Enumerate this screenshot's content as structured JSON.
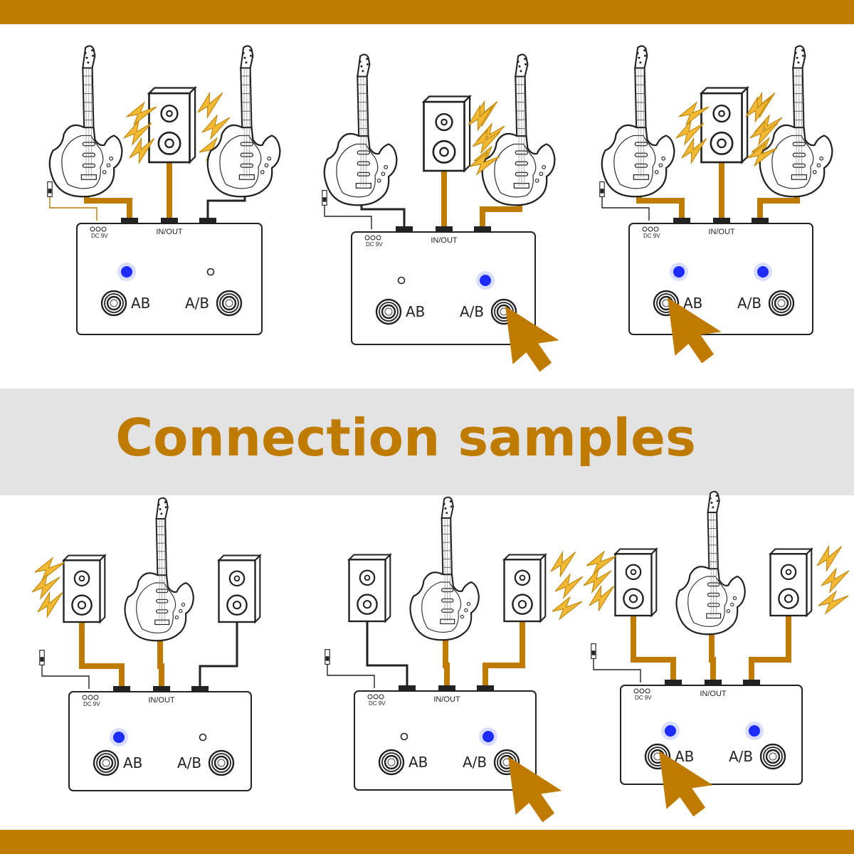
{
  "title": "Connection samples",
  "colors": {
    "accent": "#bf7a00",
    "bolt": "#f3b934",
    "band": "#e3e3e3",
    "led_on": "#1c2cff",
    "ink": "#222222"
  },
  "labels": {
    "power": "DC 9V",
    "inout": "IN/OUT",
    "switch_ab": "AB",
    "switch_a_b": "A/B"
  },
  "samples": [
    {
      "description_devices": [
        "guitar",
        "speaker",
        "guitar"
      ],
      "active": [
        true,
        true,
        false
      ],
      "led_ab": "on",
      "led_a_b": "off",
      "pressed": "none"
    },
    {
      "description_devices": [
        "guitar",
        "speaker",
        "guitar"
      ],
      "active": [
        false,
        true,
        true
      ],
      "led_ab": "off",
      "led_a_b": "on",
      "pressed": "A/B"
    },
    {
      "description_devices": [
        "guitar",
        "speaker",
        "guitar"
      ],
      "active": [
        true,
        true,
        true
      ],
      "led_ab": "on",
      "led_a_b": "on",
      "pressed": "AB"
    },
    {
      "description_devices": [
        "speaker",
        "guitar",
        "speaker"
      ],
      "active": [
        true,
        true,
        false
      ],
      "led_ab": "on",
      "led_a_b": "off",
      "pressed": "none"
    },
    {
      "description_devices": [
        "speaker",
        "guitar",
        "speaker"
      ],
      "active": [
        false,
        true,
        true
      ],
      "led_ab": "off",
      "led_a_b": "on",
      "pressed": "A/B"
    },
    {
      "description_devices": [
        "speaker",
        "guitar",
        "speaker"
      ],
      "active": [
        true,
        true,
        true
      ],
      "led_ab": "on",
      "led_a_b": "on",
      "pressed": "AB"
    }
  ]
}
